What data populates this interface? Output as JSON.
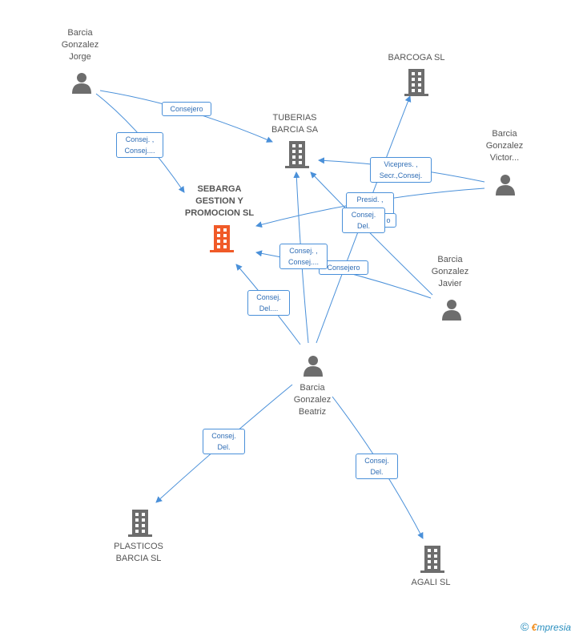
{
  "nodes": {
    "jorge": {
      "label": "Barcia\nGonzalez\nJorge",
      "type": "person"
    },
    "barcoga": {
      "label": "BARCOGA SL",
      "type": "company"
    },
    "tuberias": {
      "label": "TUBERIAS\nBARCIA SA",
      "type": "company"
    },
    "victor": {
      "label": "Barcia\nGonzalez\nVictor...",
      "type": "person"
    },
    "sebarga": {
      "label": "SEBARGA\nGESTION Y\nPROMOCION SL",
      "type": "company",
      "highlight": "#f05a28"
    },
    "javier": {
      "label": "Barcia\nGonzalez\nJavier",
      "type": "person"
    },
    "beatriz": {
      "label": "Barcia\nGonzalez\nBeatriz",
      "type": "person"
    },
    "plasticos": {
      "label": "PLASTICOS\nBARCIA SL",
      "type": "company"
    },
    "agali": {
      "label": "AGALI SL",
      "type": "company"
    }
  },
  "edges": {
    "jorge_tuberias": "Consejero",
    "jorge_sebarga": "Consej. ,\nConsej....",
    "victor_tuberias": "Vicepres. ,\nSecr.,Consej.",
    "victor_sebarga": "Presid. ,\nConsej.",
    "javier_tuberias": "Consej.\nDel.",
    "javier_sebarga": "Consejero",
    "beatriz_sebarga_a": "Consej. ,\nConsej....",
    "beatriz_sebarga_b": "Consej.\nDel....",
    "beatriz_plasticos": "Consej.\nDel.",
    "beatriz_agali": "Consej.\nDel.",
    "beatriz_barcoga": "o"
  },
  "colors": {
    "edge": "#4a90d9",
    "icon": "#6d6d6d",
    "focus": "#f05a28"
  },
  "footer": {
    "copyright": "©",
    "brand_e": "€",
    "brand_rest": "mpresia"
  }
}
